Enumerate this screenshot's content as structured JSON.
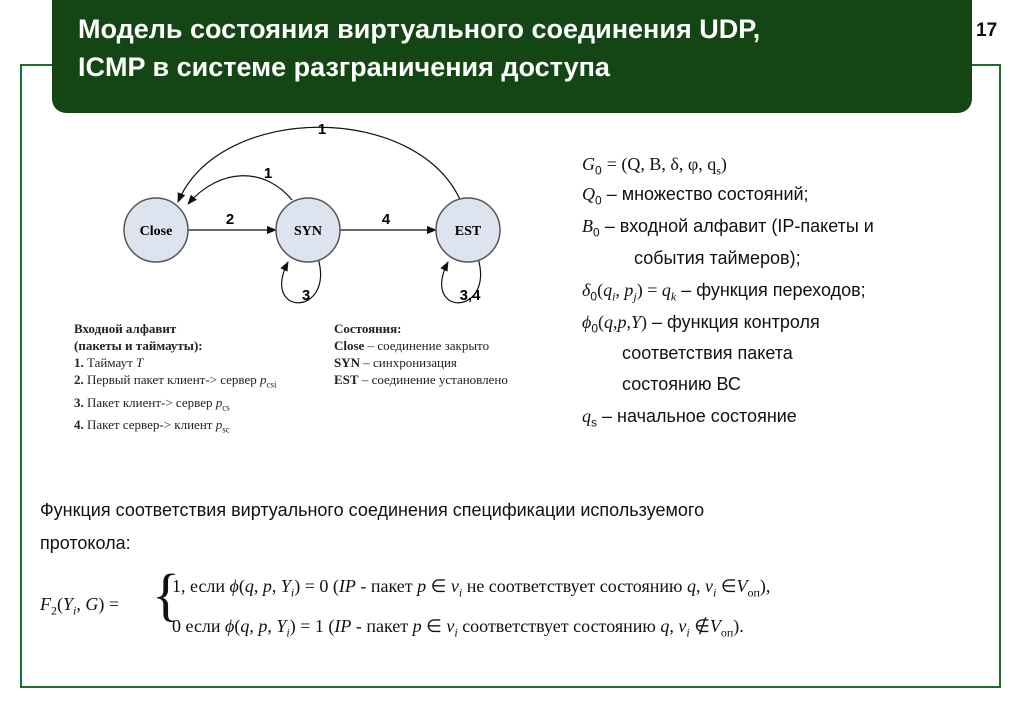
{
  "slide": {
    "title_line1": "Модель состояния виртуального соединения UDP,",
    "title_line2": "ICMP в системе разграничения доступа",
    "number": "17"
  },
  "diagram": {
    "states": [
      "Close",
      "SYN",
      "EST"
    ],
    "edges": {
      "top_long": "1",
      "top_short": "1",
      "close_syn": "2",
      "syn_est": "4",
      "syn_loop": "3",
      "est_loop": "3,4"
    },
    "colors": {
      "node_fill": "#dde3ef",
      "node_stroke": "#555555"
    }
  },
  "legend": {
    "input_title_1": "Входной алфавит",
    "input_title_2": "(пакеты и таймауты):",
    "items": [
      {
        "num": "1.",
        "text": "Таймаут ",
        "var": "T",
        "sub": ""
      },
      {
        "num": "2.",
        "text": "Первый пакет клиент-> сервер ",
        "var": "p",
        "sub": "csi"
      },
      {
        "num": "3.",
        "text": "Пакет клиент-> сервер ",
        "var": "p",
        "sub": "cs"
      },
      {
        "num": "4.",
        "text": "Пакет сервер-> клиент ",
        "var": "p",
        "sub": "sc"
      }
    ],
    "states_title": "Состояния:",
    "states": [
      {
        "name": "Close",
        "desc": " – соединение закрыто"
      },
      {
        "name": "SYN",
        "desc": " – синхронизация"
      },
      {
        "name": "EST",
        "desc": " – соединение установлено"
      }
    ]
  },
  "definitions": {
    "g0": "= (Q, B, δ, φ, q",
    "q0": " – множество состояний;",
    "b0_1": " – входной алфавит (IP-пакеты и",
    "b0_2": "события таймеров);",
    "delta": " – функция переходов;",
    "phi_1": " – функция контроля",
    "phi_2": "соответствия пакета",
    "phi_3": "состоянию ВС",
    "qs": " – начальное состояние"
  },
  "caption": {
    "line1": "Функция соответствия виртуального соединения спецификации используемого",
    "line2": "протокола:"
  },
  "formula": {
    "case1_text": " - пакет ",
    "case1_rel": " не соответствует состоянию ",
    "case2_rel": " соответствует состоянию ",
    "esli": "если",
    "op": "оп"
  }
}
